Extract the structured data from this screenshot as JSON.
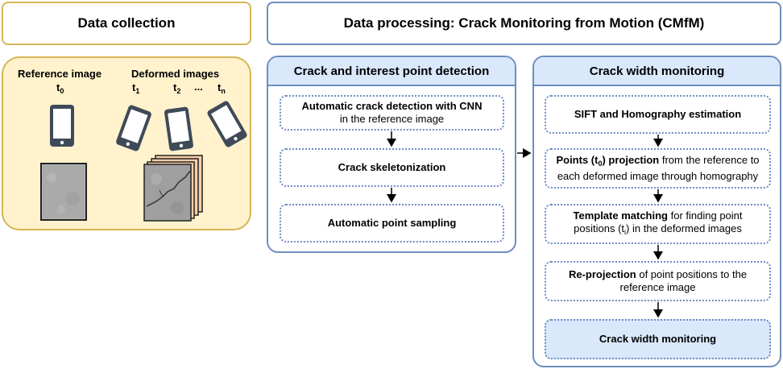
{
  "collection": {
    "title": "Data collection",
    "reference_label": "Reference image",
    "deformed_label": "Deformed images",
    "t0": "t",
    "t0_sub": "0",
    "t1": "t",
    "t1_sub": "1",
    "t2": "t",
    "t2_sub": "2",
    "ellipsis": "...",
    "tn": "t",
    "tn_sub": "n"
  },
  "processing": {
    "title": "Data processing: Crack Monitoring from Motion (CMfM)"
  },
  "detection": {
    "title": "Crack and interest point detection",
    "step1_bold": "Automatic crack detection with CNN",
    "step1_rest": "in the reference image",
    "step2": "Crack skeletonization",
    "step3": "Automatic point sampling"
  },
  "monitoring": {
    "title": "Crack width monitoring",
    "step1": "SIFT and Homography estimation",
    "step2_bold_a": "Points (t",
    "step2_bold_sub": "0",
    "step2_bold_b": ") projection",
    "step2_rest_a": " from the reference to",
    "step2_rest_b": "each deformed image through homography",
    "step3_bold": "Template matching",
    "step3_rest_a": " for finding point",
    "step3_rest_b1": "positions (t",
    "step3_rest_sub": "i",
    "step3_rest_b2": ") in the deformed images",
    "step4_bold": "Re-projection",
    "step4_rest_a": " of point positions to the",
    "step4_rest_b": "reference image",
    "step5": "Crack width monitoring"
  },
  "colors": {
    "yellow_fill": "#fff2cc",
    "yellow_border": "#d6b656",
    "blue_fill": "#dae8fc",
    "blue_border": "#6c8ebf",
    "phone": "#3f4a58"
  }
}
